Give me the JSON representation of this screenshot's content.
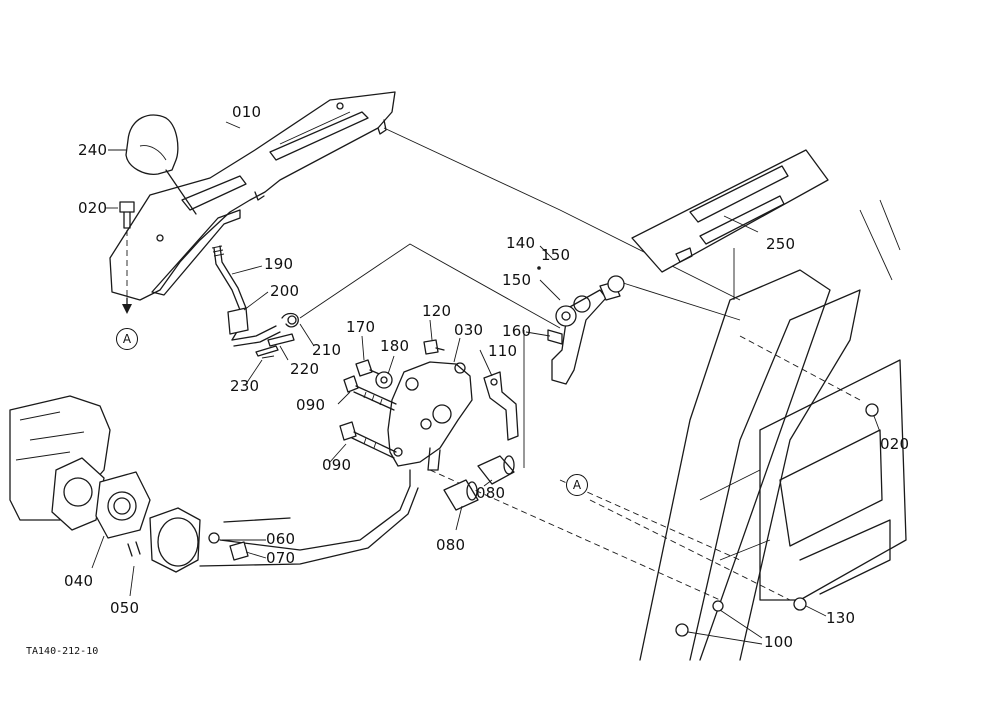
{
  "diagram": {
    "part_labels": {
      "p010": "010",
      "p240": "240",
      "p020_left": "020",
      "p190": "190",
      "p200": "200",
      "p140": "140",
      "p150_top": "150",
      "p150_mid": "150",
      "p250": "250",
      "p120": "120",
      "p170": "170",
      "p030": "030",
      "p160": "160",
      "p180": "180",
      "p110": "110",
      "p210": "210",
      "p220": "220",
      "p230": "230",
      "p090_top": "090",
      "p090_bottom": "090",
      "p080_upper": "080",
      "p080_lower": "080",
      "p060": "060",
      "p070": "070",
      "p040": "040",
      "p050": "050",
      "p020_right": "020",
      "p130": "130",
      "p100": "100"
    },
    "reference_marks": {
      "left": "A",
      "center": "A"
    },
    "drawing_code": "TA140-212-10"
  }
}
